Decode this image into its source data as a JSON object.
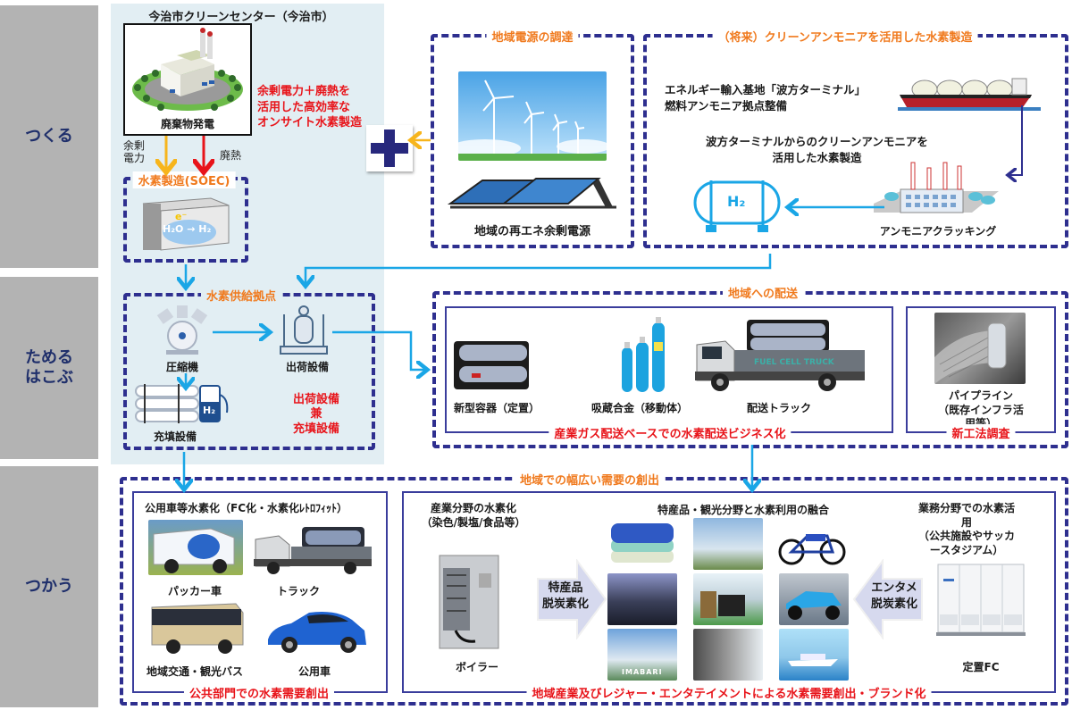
{
  "stages": [
    {
      "id": "make",
      "label": "つくる"
    },
    {
      "id": "store",
      "label": "ためる\nはこぶ"
    },
    {
      "id": "use",
      "label": "つかう"
    }
  ],
  "make": {
    "clean_center_title": "今治市クリーンセンター（今治市）",
    "waste_power_label": "廃棄物発電",
    "surplus_power_label": "余剰\n電力",
    "waste_heat_label": "廃熱",
    "onsite_note": "余剰電力＋廃熱を\n活用した高効率な\nオンサイト水素製造",
    "soec_title": "水素製造(SOEC)",
    "soec_formula": "H₂O → H₂",
    "soec_e": "e⁻",
    "local_power_title": "地域電源の調達",
    "local_power_label": "地域の再エネ余剰電源",
    "ammonia_title": "（将来）クリーンアンモニアを活用した水素製造",
    "import_base_note": "エネルギー輸入基地「波方ターミナル」\n燃料アンモニア拠点整備",
    "ammonia_note": "波方ターミナルからのクリーンアンモニアを\n活用した水素製造",
    "tank_label": "H₂",
    "cracking_label": "アンモニアクラッキング"
  },
  "store": {
    "hub_title": "水素供給拠点",
    "compressor_label": "圧縮機",
    "shipping_label": "出荷設備",
    "filling_label": "充填設備",
    "dispenser_label": "H₂",
    "combined_note": "出荷設備\n兼\n充填設備",
    "delivery_title": "地域への配送",
    "new_container_label": "新型容器（定置）",
    "alloy_label": "吸蔵合金（移動体）",
    "truck_label": "配送トラック",
    "delivery_business": "産業ガス配送ベースでの水素配送ビジネス化",
    "pipeline_label": "パイプライン\n（既存インフラ活用等）",
    "new_method": "新工法調査"
  },
  "use": {
    "demand_title": "地域での幅広い需要の創出",
    "public": {
      "title": "公用車等水素化（FC化・水素化ﾚﾄﾛﾌｨｯﾄ）",
      "items": [
        "パッカー車",
        "トラック",
        "地域交通・観光バス",
        "公用車"
      ],
      "footer": "公共部門での水素需要創出"
    },
    "industry_title": "産業分野の水素化\n（染色/製塩/食品等）",
    "boiler_label": "ボイラー",
    "specialty_arrow": "特産品\n脱炭素化",
    "tourism_title": "特産品・観光分野と水素利用の融合",
    "photo_caption_imabari": "IMABARI",
    "business_title": "業務分野での水素活用\n（公共施設やサッカースタジアム）",
    "entertainment_arrow": "エンタメ\n脱炭素化",
    "fc_label": "定置FC",
    "footer": "地域産業及びレジャー・エンタテイメントによる水素需要創出・ブランド化"
  },
  "colors": {
    "stage_bg": "#b3b3b3",
    "stage_text": "#1f2f6b",
    "dash_border": "#2e2f8f",
    "orange_title": "#f07a1e",
    "red_text": "#e8141a",
    "flow_blue": "#1aa6e6",
    "power_yellow": "#f7b51c",
    "heat_red": "#e8141a",
    "plus_navy": "#27287d",
    "local_bg": "#e2eef3"
  }
}
